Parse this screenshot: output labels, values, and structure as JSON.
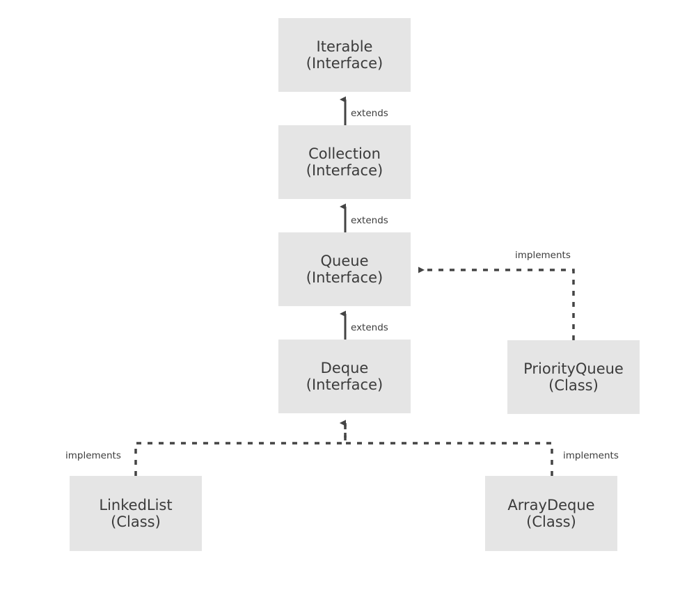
{
  "diagram": {
    "kind": "uml-class-hierarchy",
    "background_color": "#ffffff",
    "node_fill_color": "#e5e5e5",
    "text_color": "#3b3b3b",
    "edge_color": "#444444",
    "nodes": [
      {
        "id": "iterable",
        "title": "Iterable",
        "stereotype": "(Interface)"
      },
      {
        "id": "collection",
        "title": "Collection",
        "stereotype": "(Interface)"
      },
      {
        "id": "queue",
        "title": "Queue",
        "stereotype": "(Interface)"
      },
      {
        "id": "deque",
        "title": "Deque",
        "stereotype": "(Interface)"
      },
      {
        "id": "priorityqueue",
        "title": "PriorityQueue",
        "stereotype": "(Class)"
      },
      {
        "id": "linkedlist",
        "title": "LinkedList",
        "stereotype": "(Class)"
      },
      {
        "id": "arraydeque",
        "title": "ArrayDeque",
        "stereotype": "(Class)"
      }
    ],
    "edges": [
      {
        "id": "collection-extends-iterable",
        "from": "collection",
        "to": "iterable",
        "label": "extends",
        "style": "solid"
      },
      {
        "id": "queue-extends-collection",
        "from": "queue",
        "to": "collection",
        "label": "extends",
        "style": "solid"
      },
      {
        "id": "deque-extends-queue",
        "from": "deque",
        "to": "queue",
        "label": "extends",
        "style": "solid"
      },
      {
        "id": "priorityqueue-implements-queue",
        "from": "priorityqueue",
        "to": "queue",
        "label": "implements",
        "style": "dashed"
      },
      {
        "id": "linkedlist-implements-deque",
        "from": "linkedlist",
        "to": "deque",
        "label": "implements",
        "style": "dashed"
      },
      {
        "id": "arraydeque-implements-deque",
        "from": "arraydeque",
        "to": "deque",
        "label": "implements",
        "style": "dashed"
      }
    ]
  }
}
